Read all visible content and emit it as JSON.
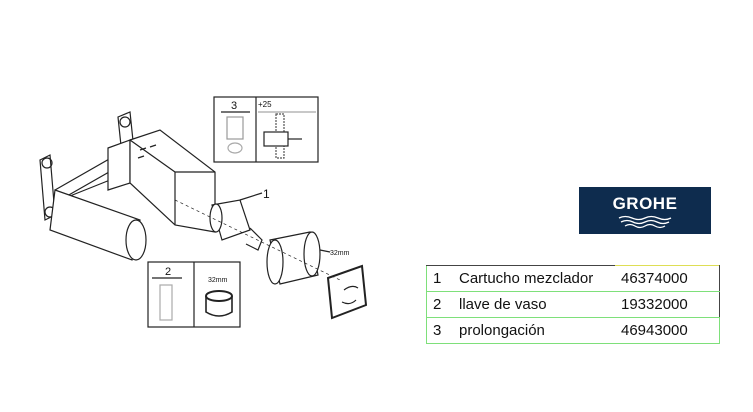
{
  "diagram": {
    "callout_1": "1",
    "inset_2": {
      "number": "2",
      "size_label": "32mm"
    },
    "inset_3": {
      "number": "3",
      "extension_label": "+25"
    },
    "nut_size_label": "32mm"
  },
  "logo": {
    "text": "GROHE",
    "color": "#0e2c4e"
  },
  "parts_table": {
    "rows": [
      {
        "num": "1",
        "description": "Cartucho mezclador",
        "code": "46374000"
      },
      {
        "num": "2",
        "description": "llave de vaso",
        "code": "19332000"
      },
      {
        "num": "3",
        "description": "prolongación",
        "code": "46943000"
      }
    ]
  }
}
